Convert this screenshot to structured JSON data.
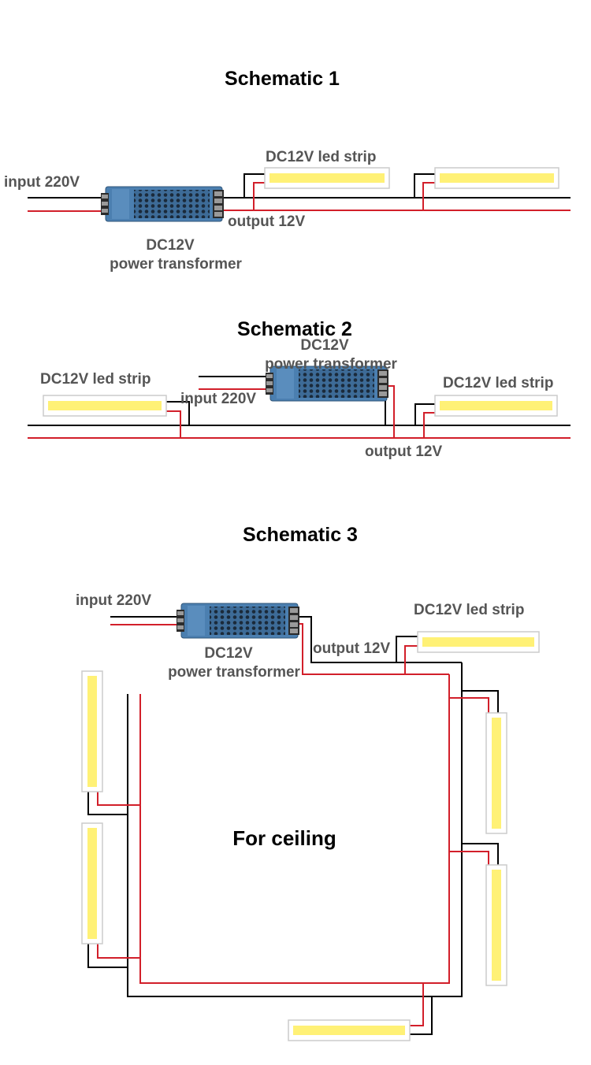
{
  "colors": {
    "wire_negative": "#000000",
    "wire_positive": "#d21f2a",
    "strip_fill": "#fff176",
    "strip_frame": "#cccccc",
    "transformer_body": "#4b7fb0",
    "label_text": "#555555"
  },
  "schematic1": {
    "title": "Schematic 1",
    "input_label": "input 220V",
    "strip_label": "DC12V led strip",
    "output_label": "output 12V",
    "transformer_label_line1": "DC12V",
    "transformer_label_line2": "power transformer"
  },
  "schematic2": {
    "title": "Schematic 2",
    "transformer_label_line1": "DC12V",
    "transformer_label_line2": "power transformer",
    "strip_label_left": "DC12V led strip",
    "strip_label_right": "DC12V led strip",
    "input_label": "input 220V",
    "output_label": "output 12V"
  },
  "schematic3": {
    "title": "Schematic 3",
    "input_label": "input 220V",
    "strip_label": "DC12V led strip",
    "output_label": "output 12V",
    "transformer_label_line1": "DC12V",
    "transformer_label_line2": "power transformer",
    "center_label": "For ceiling"
  }
}
